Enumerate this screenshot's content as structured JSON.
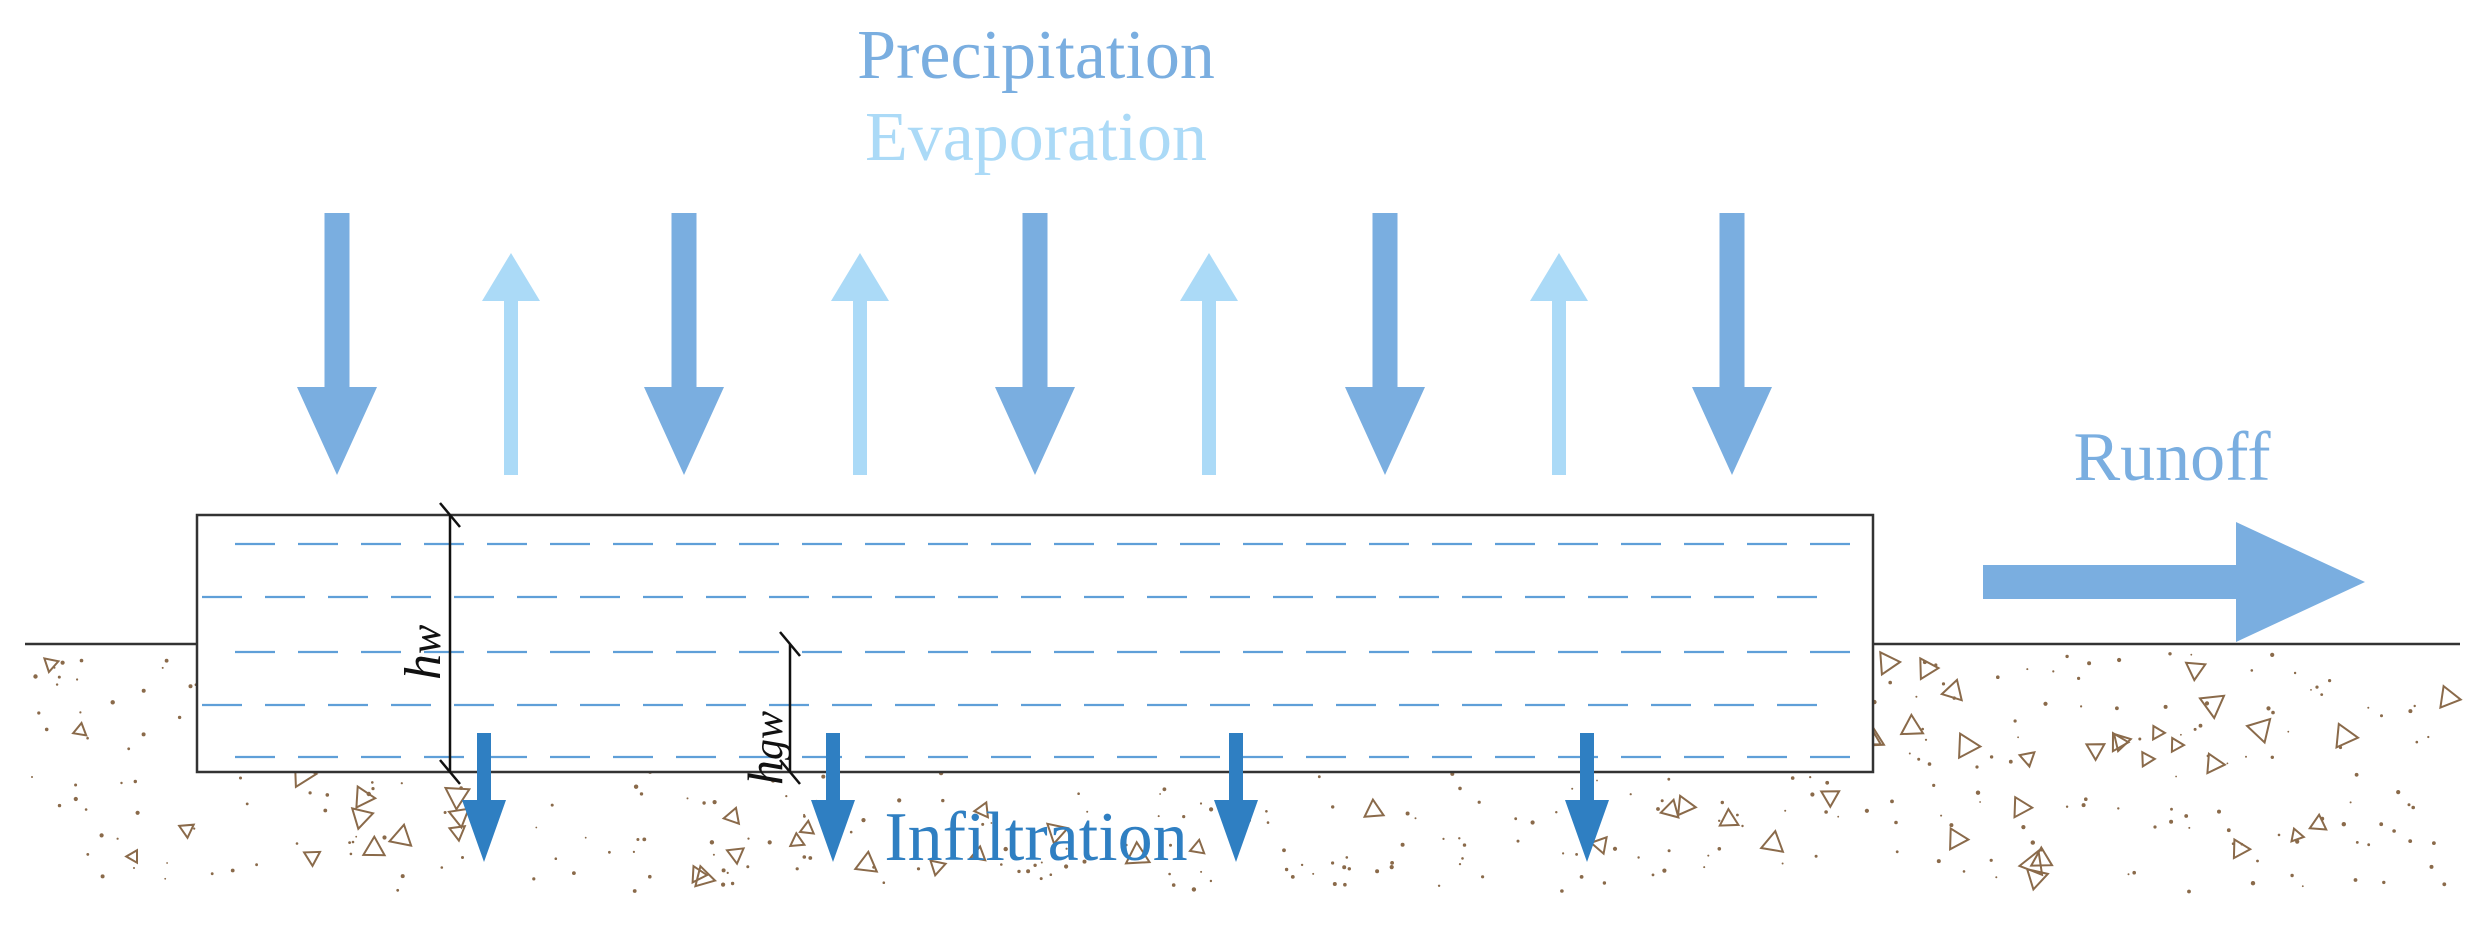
{
  "labels": {
    "precipitation": "Precipitation",
    "evaporation": "Evaporation",
    "runoff": "Runoff",
    "infiltration": "Infiltration",
    "hw_base": "h",
    "hw_sub": "w",
    "hgw_base": "h",
    "hgw_sub": "gw"
  },
  "colors": {
    "precipitation": "#7aaee0",
    "evaporation": "#abdaf7",
    "runoff": "#7aaee0",
    "infiltration": "#2f7fc2",
    "water_dash": "#5f9fd8",
    "outline": "#333333",
    "soil_particle": "#8a6a4a"
  }
}
